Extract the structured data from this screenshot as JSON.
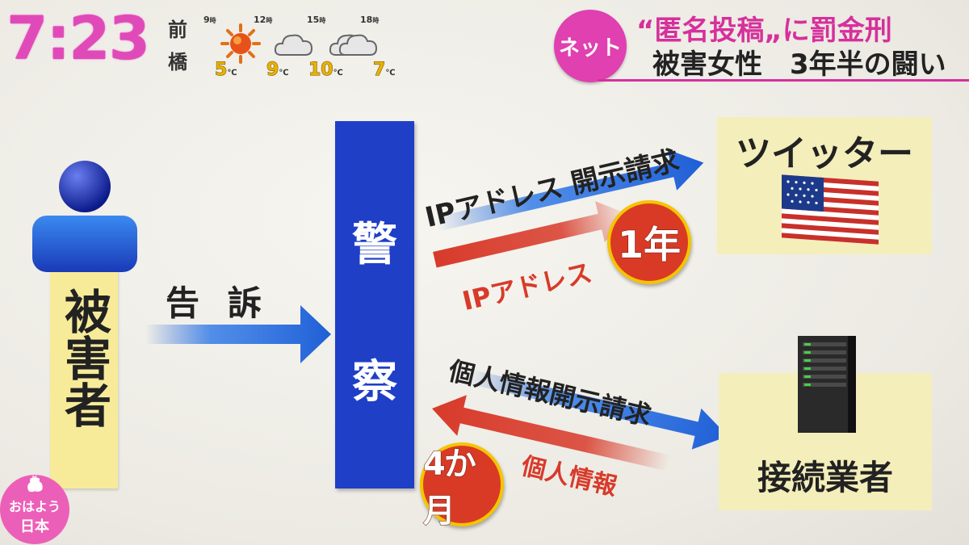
{
  "header": {
    "clock": "7:23",
    "location_line1": "前",
    "location_line2": "橋",
    "forecast": [
      {
        "hour": "9",
        "unit": "時",
        "icon": "sun-icon",
        "temp": "5",
        "temp_unit": "℃"
      },
      {
        "hour": "12",
        "unit": "時",
        "icon": "cloud-icon",
        "temp": "9",
        "temp_unit": "℃"
      },
      {
        "hour": "15",
        "unit": "時",
        "icon": "cloud-icon",
        "temp": "10",
        "temp_unit": "℃"
      },
      {
        "hour": "18",
        "unit": "時",
        "icon": "cloud-icon",
        "temp": "7",
        "temp_unit": "℃"
      }
    ]
  },
  "headline": {
    "badge": "ネット",
    "line1": "“匿名投稿„に罰金刑",
    "line2": "被害女性　3年半の闘い"
  },
  "diagram": {
    "victim": "被害者",
    "accusation": "告 訴",
    "police_1": "警",
    "police_2": "察",
    "ip_request": "IPアドレス 開示請求",
    "ip_response": "IPアドレス",
    "ip_duration": "1年",
    "twitter": "ツイッター",
    "pi_request": "個人情報開示請求",
    "pi_response": "個人情報",
    "pi_duration": "4か月",
    "isp": "接続業者"
  },
  "logo": {
    "line1": "おはよう",
    "line2": "日本"
  },
  "colors": {
    "clock": "#e04ab8",
    "headline_accent": "#d6309c",
    "police": "#1f3fc7",
    "request_arrow": "#1f5fd6",
    "response_arrow": "#d83a2a",
    "badge": "#d93a25",
    "box": "#f4eebb"
  }
}
